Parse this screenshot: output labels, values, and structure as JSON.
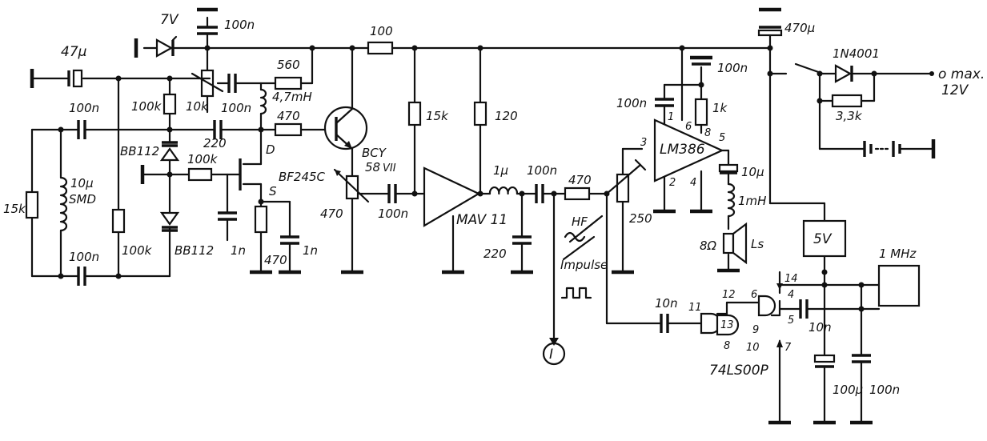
{
  "labels": {
    "v7": "7V",
    "c_top": "100n",
    "c_in": "47µ",
    "r_100_top": "100",
    "c_470u": "470µ",
    "d_1n4001": "1N4001",
    "vmax": "o max.",
    "vmax_val": "12V",
    "r_560": "560",
    "l_47mh": "4,7mH",
    "c_100n_b": "100n",
    "r_470_a": "470",
    "r_100k_a": "100k",
    "pot_10k": "10k",
    "c_100n_a": "100n",
    "c_220": "220",
    "r_15k_a": "15k",
    "r_120": "120",
    "c_100n_c": "100n",
    "r_1k": "1k",
    "c_100n_d": "100n",
    "pin_1": "1",
    "pin_6": "6",
    "pin_8": "8",
    "pin_5": "5",
    "pin_3": "3",
    "pin_2": "2",
    "pin_4": "4",
    "ic_lm386": "LM386",
    "r_3k3": "3,3k",
    "bb112_a": "BB112",
    "r_100k_b": "100k",
    "d_label": "D",
    "bcy": "BCY",
    "bcy_b": "58",
    "bcy_sub": "VII",
    "bf245": "BF245C",
    "s_label": "S",
    "c_10u": "10µ",
    "l_1u": "1µ",
    "c_100n_e": "100n",
    "r_470_b": "470",
    "l_10u": "10µ",
    "l_smd": "SMD",
    "r_15k_b": "15k",
    "c_100n_f": "100n",
    "r_100k_c": "100k",
    "bb112_b": "BB112",
    "c_1n_a": "1n",
    "r_470_c": "470",
    "c_1n_b": "1n",
    "pot_470": "470",
    "c_100n_g": "100n",
    "ic_mav11": "MAV 11",
    "c_220_b": "220",
    "hf": "HF",
    "impulse": "Impulse",
    "pot_250": "250",
    "l_1mh": "1mH",
    "r_8ohm": "8Ω",
    "ls": "Ls",
    "reg_5v": "5V",
    "osc_1mhz": "1 MHz",
    "c_10n_a": "10n",
    "g_11": "11",
    "g_12": "12",
    "g_13": "13",
    "g_9": "9",
    "g_8": "8",
    "g_10": "10",
    "g_6": "6",
    "g_4": "4",
    "g_5": "5",
    "g_14": "14",
    "g_7": "7",
    "c_10n_b": "10n",
    "ic_74ls00": "74LS00P",
    "c_100u": "100µ",
    "c_100n_h": "100n",
    "out_I": "I"
  }
}
